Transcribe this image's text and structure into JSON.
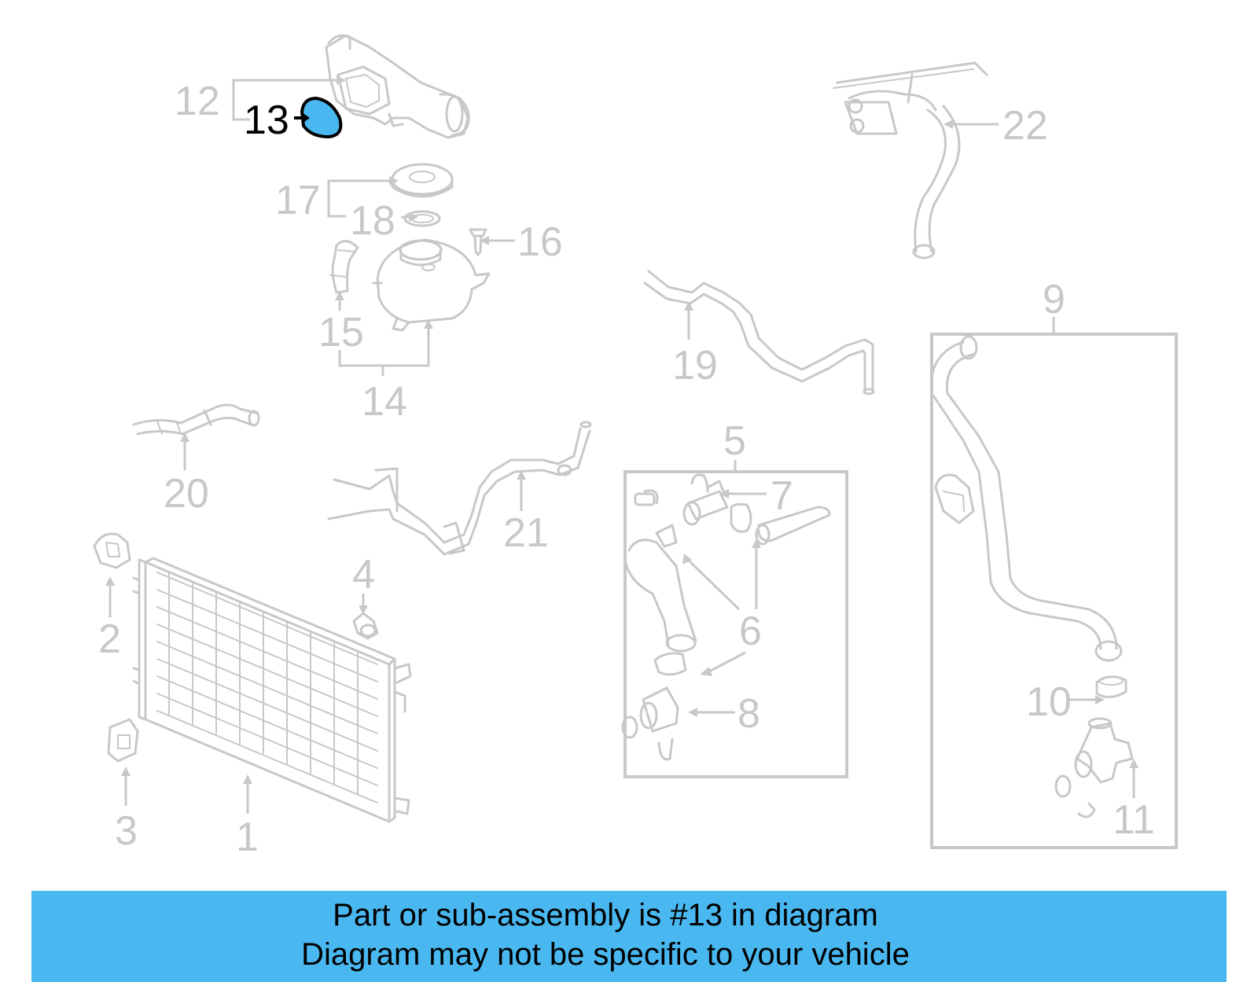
{
  "diagram": {
    "highlight_color": "#4ab8f0",
    "line_color": "#c8c8c8",
    "callouts": [
      {
        "id": "1",
        "label": "1"
      },
      {
        "id": "2",
        "label": "2"
      },
      {
        "id": "3",
        "label": "3"
      },
      {
        "id": "4",
        "label": "4"
      },
      {
        "id": "5",
        "label": "5"
      },
      {
        "id": "6",
        "label": "6"
      },
      {
        "id": "7",
        "label": "7"
      },
      {
        "id": "8",
        "label": "8"
      },
      {
        "id": "9",
        "label": "9"
      },
      {
        "id": "10",
        "label": "10"
      },
      {
        "id": "11",
        "label": "11"
      },
      {
        "id": "12",
        "label": "12"
      },
      {
        "id": "13",
        "label": "13",
        "highlighted": true
      },
      {
        "id": "14",
        "label": "14"
      },
      {
        "id": "15",
        "label": "15"
      },
      {
        "id": "16",
        "label": "16"
      },
      {
        "id": "17",
        "label": "17"
      },
      {
        "id": "18",
        "label": "18"
      },
      {
        "id": "19",
        "label": "19"
      },
      {
        "id": "20",
        "label": "20"
      },
      {
        "id": "21",
        "label": "21"
      },
      {
        "id": "22",
        "label": "22"
      }
    ]
  },
  "banner": {
    "background": "#4ab8f0",
    "line1": "Part or sub-assembly is #13 in diagram",
    "line2": "Diagram may not be specific to your vehicle"
  }
}
